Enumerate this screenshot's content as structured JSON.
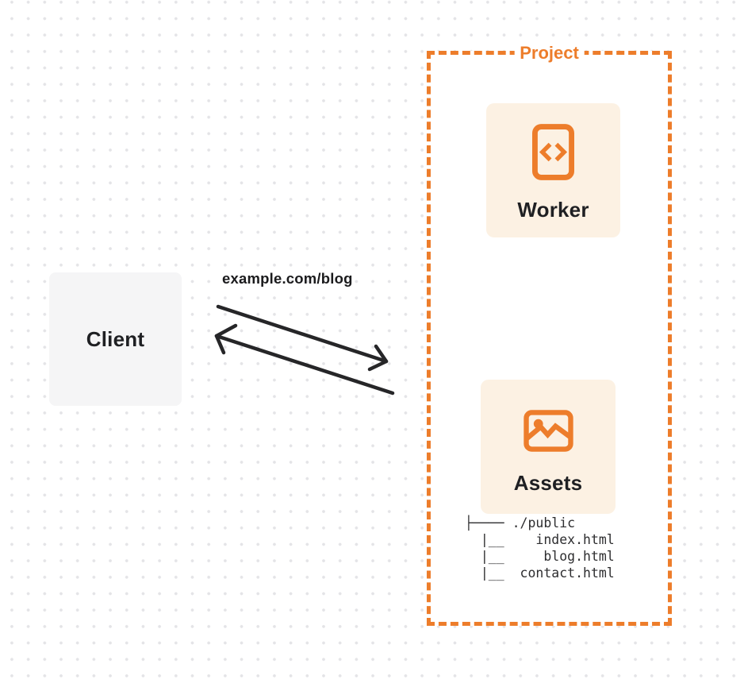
{
  "diagram": {
    "client": {
      "label": "Client"
    },
    "request_label": "example.com/blog",
    "arrows": {
      "to_project": "client-to-project-arrow",
      "to_client": "project-to-client-arrow"
    },
    "project": {
      "label": "Project",
      "worker": {
        "label": "Worker",
        "icon": "code-file-icon"
      },
      "assets": {
        "label": "Assets",
        "icon": "image-icon",
        "file_tree": "├──── ./public\n  |__    index.html\n  |__     blog.html\n  |__  contact.html"
      }
    },
    "colors": {
      "accent_orange": "#ed7d2b",
      "card_background": "#fcf1e3",
      "client_background": "#f5f5f6",
      "arrow": "#262628",
      "grid_dot": "#e4e4e7"
    }
  }
}
